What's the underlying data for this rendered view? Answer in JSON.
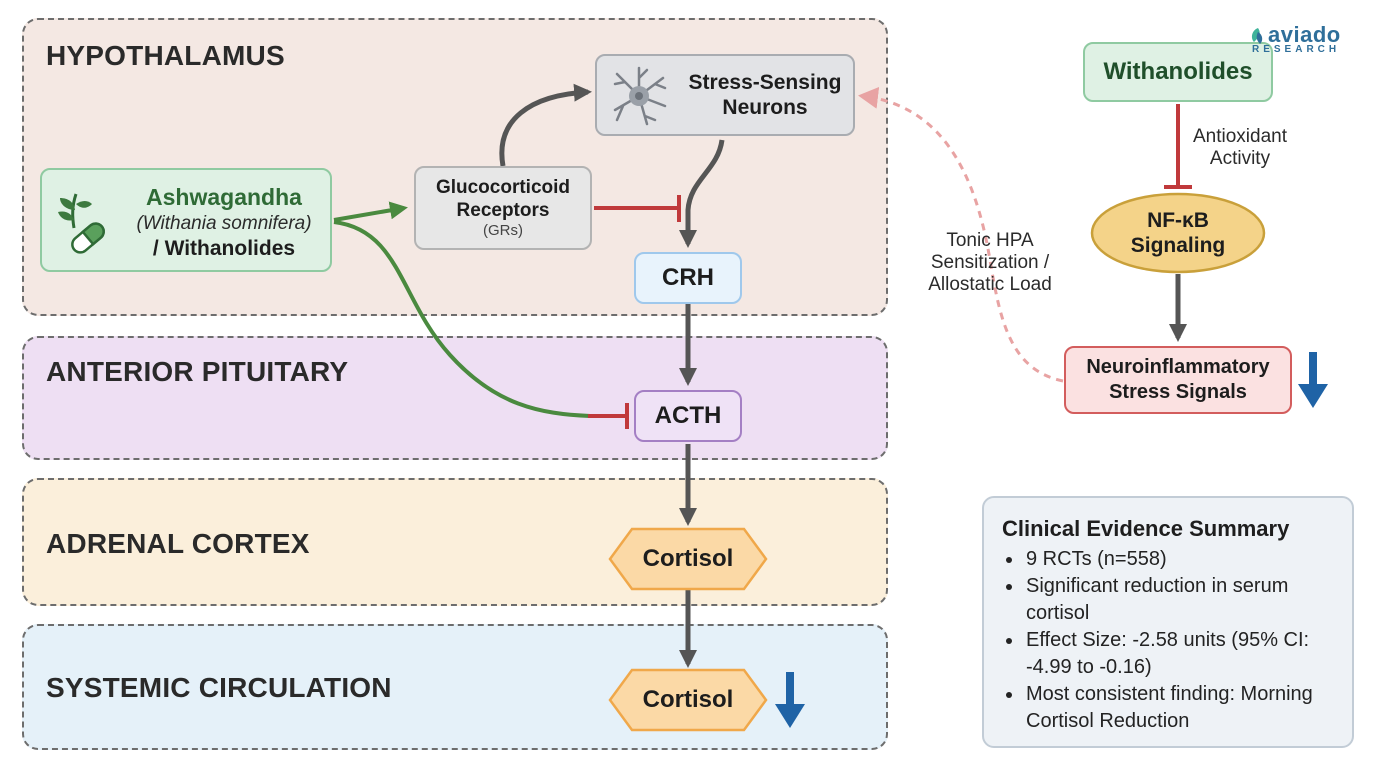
{
  "zones": {
    "hypothalamus": "HYPOTHALAMUS",
    "anterior_pituitary": "ANTERIOR PITUITARY",
    "adrenal_cortex": "ADRENAL CORTEX",
    "systemic_circulation": "SYSTEMIC CIRCULATION"
  },
  "nodes": {
    "ashwagandha": {
      "name": "Ashwagandha",
      "latin": "(Withania somnifera)",
      "sub": "/ Withanolides"
    },
    "glucocorticoid": {
      "line1": "Glucocorticoid",
      "line2": "Receptors",
      "line3": "(GRs)"
    },
    "stress_neurons": {
      "line1": "Stress-Sensing",
      "line2": "Neurons"
    },
    "crh": "CRH",
    "acth": "ACTH",
    "cortisol_adrenal": "Cortisol",
    "cortisol_systemic": "Cortisol",
    "withanolides": "Withanolides",
    "nfkb": {
      "line1": "NF-κB",
      "line2": "Signaling"
    },
    "neuroinflammatory": {
      "line1": "Neuroinflammatory",
      "line2": "Stress Signals"
    }
  },
  "labels": {
    "antioxidant": {
      "line1": "Antioxidant",
      "line2": "Activity"
    },
    "tonic": {
      "line1": "Tonic HPA",
      "line2": "Sensitization /",
      "line3": "Allostatic Load"
    }
  },
  "summary": {
    "title": "Clinical Evidence Summary",
    "items": [
      "9 RCTs (n=558)",
      "Significant reduction in serum cortisol",
      "Effect Size: -2.58 units (95% CI: -4.99 to -0.16)",
      "Most consistent finding: Morning Cortisol Reduction"
    ]
  },
  "logo": {
    "word": "aviado",
    "sub": "RESEARCH"
  },
  "colors": {
    "hypothalamus_bg": "#f4e8e3",
    "pituitary_bg": "#eedff3",
    "adrenal_bg": "#fbefdb",
    "systemic_bg": "#e5f1f9",
    "green": "#4a8a3f",
    "inhibit_red": "#c0393b",
    "arrow_gray": "#555555",
    "down_blue": "#1f63a6"
  }
}
